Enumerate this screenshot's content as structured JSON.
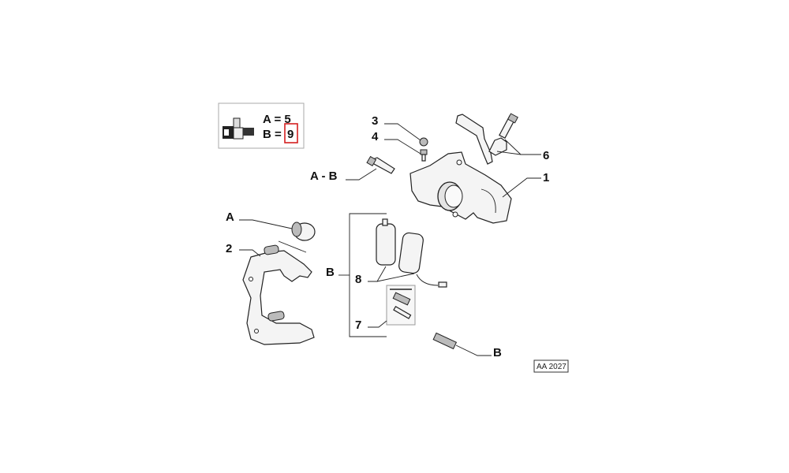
{
  "legend": {
    "line_a": "A = 5",
    "line_b_prefix": "B = ",
    "line_b_value": "9",
    "highlight_color": "#d42020"
  },
  "callouts": {
    "c3": "3",
    "c4": "4",
    "c_ab": "A - B",
    "c6": "6",
    "c1": "1",
    "c_a": "A",
    "c2": "2",
    "c_b_bracket": "B",
    "c8": "8",
    "c7": "7",
    "c_b_clip": "B"
  },
  "drawing_code": "AA 2027"
}
